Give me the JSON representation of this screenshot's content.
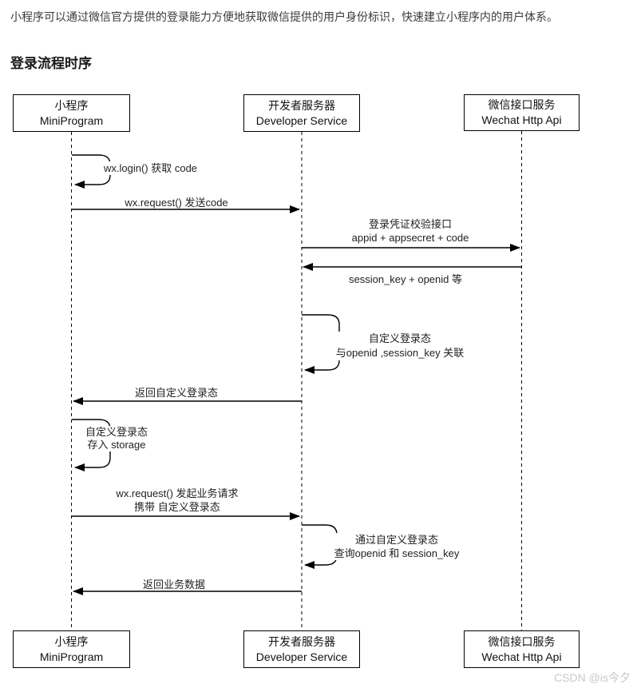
{
  "page": {
    "intro": "小程序可以通过微信官方提供的登录能力方便地获取微信提供的用户身份标识，快速建立小程序内的用户体系。",
    "heading": "登录流程时序",
    "watermark": "CSDN @is今夕"
  },
  "actors": [
    {
      "id": "miniprogram",
      "name_zh": "小程序",
      "name_en": "MiniProgram"
    },
    {
      "id": "developer-service",
      "name_zh": "开发者服务器",
      "name_en": "Developer Service"
    },
    {
      "id": "wechat-api",
      "name_zh": "微信接口服务",
      "name_en": "Wechat Http Api"
    }
  ],
  "messages": [
    {
      "type": "self",
      "actor": "miniprogram",
      "lines": [
        "wx.login() 获取 code"
      ]
    },
    {
      "type": "arrow",
      "from": "miniprogram",
      "to": "developer-service",
      "lines": [
        "wx.request() 发送code"
      ]
    },
    {
      "type": "arrow",
      "from": "developer-service",
      "to": "wechat-api",
      "lines": [
        "登录凭证校验接口",
        "appid + appsecret + code"
      ]
    },
    {
      "type": "arrow",
      "from": "wechat-api",
      "to": "developer-service",
      "lines": [
        "session_key + openid 等"
      ]
    },
    {
      "type": "self",
      "actor": "developer-service",
      "lines": [
        "自定义登录态",
        "与openid ,session_key 关联"
      ]
    },
    {
      "type": "arrow",
      "from": "developer-service",
      "to": "miniprogram",
      "lines": [
        "返回自定义登录态"
      ]
    },
    {
      "type": "self",
      "actor": "miniprogram",
      "lines": [
        "自定义登录态",
        "存入 storage"
      ]
    },
    {
      "type": "arrow",
      "from": "miniprogram",
      "to": "developer-service",
      "lines": [
        "wx.request() 发起业务请求",
        "携带 自定义登录态"
      ]
    },
    {
      "type": "self",
      "actor": "developer-service",
      "lines": [
        "通过自定义登录态",
        "查询openid 和 session_key"
      ]
    },
    {
      "type": "arrow",
      "from": "developer-service",
      "to": "miniprogram",
      "lines": [
        "返回业务数据"
      ]
    }
  ],
  "colors": {
    "line": "#000000",
    "text": "#1f1f1f",
    "intro_text": "#3b3b3b",
    "watermark": "#c9c9c9",
    "background": "#ffffff"
  }
}
